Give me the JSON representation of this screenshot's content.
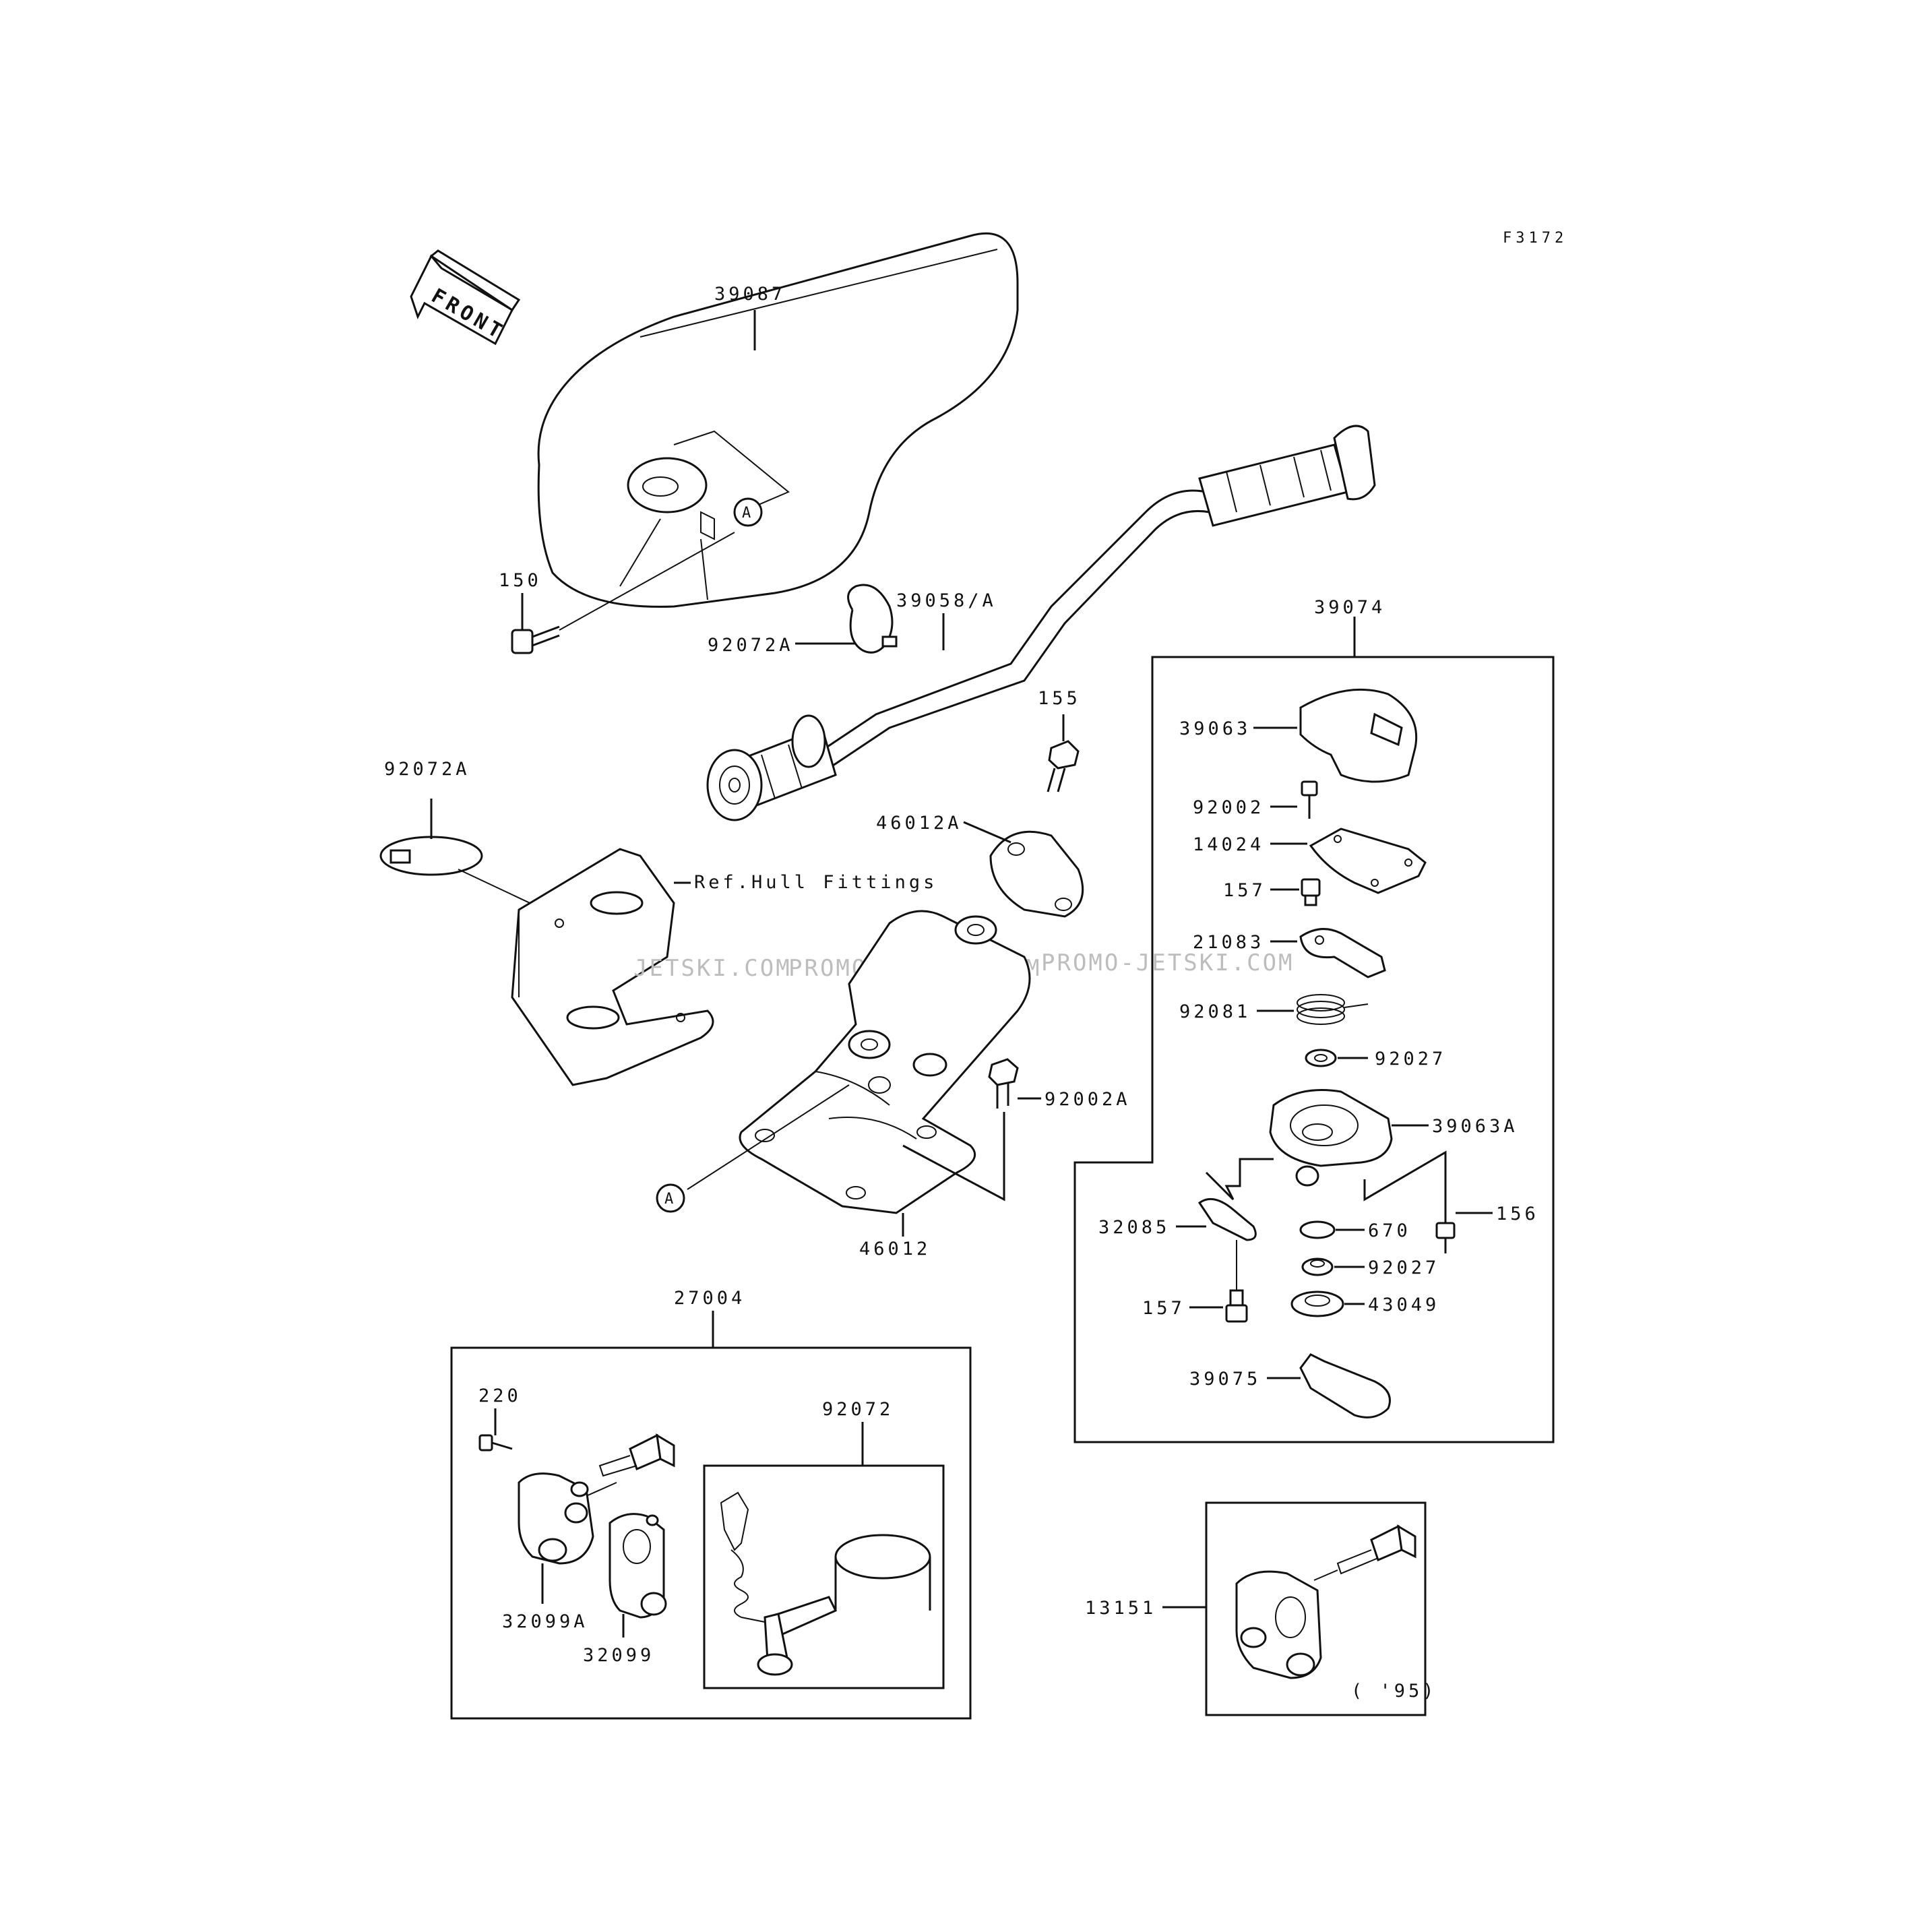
{
  "figure_code": "F3172",
  "front_arrow_label": "FRONT",
  "ref_label": "Ref.Hull Fittings",
  "note_95": "( '95)",
  "marker_a": "A",
  "watermark": [
    "JETSKI.COM",
    "PROMO-JETSKI.COM",
    "PROMO-JETSKI.COM"
  ],
  "parts": {
    "p39087": "39087",
    "p150": "150",
    "p39058": "39058/A",
    "p92072a_1": "92072A",
    "p92072a_2": "92072A",
    "p155": "155",
    "p46012a": "46012A",
    "p92002a": "92002A",
    "p46012": "46012",
    "p39074": "39074",
    "p39063": "39063",
    "p92002": "92002",
    "p14024": "14024",
    "p157_1": "157",
    "p21083": "21083",
    "p92081": "92081",
    "p92027_1": "92027",
    "p39063a": "39063A",
    "p156": "156",
    "p32085": "32085",
    "p670": "670",
    "p92027_2": "92027",
    "p157_2": "157",
    "p43049": "43049",
    "p39075": "39075",
    "p27004": "27004",
    "p220": "220",
    "p92072": "92072",
    "p32099a": "32099A",
    "p32099": "32099",
    "p13151": "13151"
  }
}
